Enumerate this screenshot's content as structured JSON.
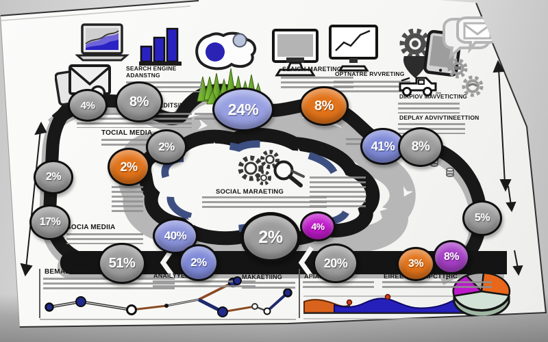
{
  "palette": {
    "badge_gray": "#9d9d9d",
    "badge_periwinkle": "#8a92da",
    "badge_orange": "#e2731a",
    "badge_magenta": "#c01acb",
    "badge_purple": "#a63fc6",
    "road_black": "#181818",
    "road_gray": "#b5b5b5",
    "road_navy": "#3c4f80",
    "chart_blue": "#2620bb",
    "chart_orange": "#d9631d",
    "tree_green": "#69a82c",
    "pie_mint": "#d3e2d6",
    "paper_white": "#f8f8f7"
  },
  "labels": {
    "search_engine": "SEARCH ENGINE\nADANSTNG",
    "advertising": "APVORKADITSING",
    "tocial_media": "TOCIAL MEDIA",
    "szaich_marketing": "SZAICH MARETING",
    "optnatre": "OPTNATRE RVVRETING",
    "direct_marketing": "DIRPIOV MAVVETICTING",
    "display_advertising": "DEPLAY ADVIVTINEETTION",
    "social_marketing": "SOCIAL MARAETING",
    "social_media": "SOCIA MEDIIA",
    "email_media": "BEMAL MEDIA",
    "analyzing": "ANAILYYEHING",
    "marketing": "MAKAETIING",
    "adapting": "APIAPCTIING",
    "direct_traffic": "EIREECT TRAPCTTRIC"
  },
  "badges": [
    {
      "value": "4%",
      "color": "#9d9d9d"
    },
    {
      "value": "8%",
      "color": "#9d9d9d"
    },
    {
      "value": "24%",
      "color": "#98a0e2"
    },
    {
      "value": "8%",
      "color": "#e2731a"
    },
    {
      "value": "2%",
      "color": "#9d9d9d"
    },
    {
      "value": "41%",
      "color": "#7f8ad8"
    },
    {
      "value": "8%",
      "color": "#9d9d9d"
    },
    {
      "value": "2%",
      "color": "#e2731a"
    },
    {
      "value": "2%",
      "color": "#9d9d9d"
    },
    {
      "value": "17%",
      "color": "#9d9d9d"
    },
    {
      "value": "40%",
      "color": "#8a92da"
    },
    {
      "value": "2%",
      "color": "#9d9d9d"
    },
    {
      "value": "4%",
      "color": "#c01acb"
    },
    {
      "value": "5%",
      "color": "#9d9d9d"
    },
    {
      "value": "51%",
      "color": "#9d9d9d"
    },
    {
      "value": "2%",
      "color": "#7f8ad8"
    },
    {
      "value": "20%",
      "color": "#9d9d9d"
    },
    {
      "value": "3%",
      "color": "#e2731a"
    },
    {
      "value": "8%",
      "color": "#a63fc6"
    }
  ],
  "icons": [
    "laptop-chart",
    "bar-chart",
    "location-bubble",
    "pine-trees",
    "desktop-monitor",
    "monitor-line-chart",
    "gear-location-pin",
    "tablet",
    "chat-envelope",
    "small-gears",
    "truck",
    "phone-envelope-magnifier",
    "gears-magnifier",
    "coin-stacks",
    "pie-chart",
    "line-chart",
    "area-chart",
    "measure-arrows"
  ]
}
